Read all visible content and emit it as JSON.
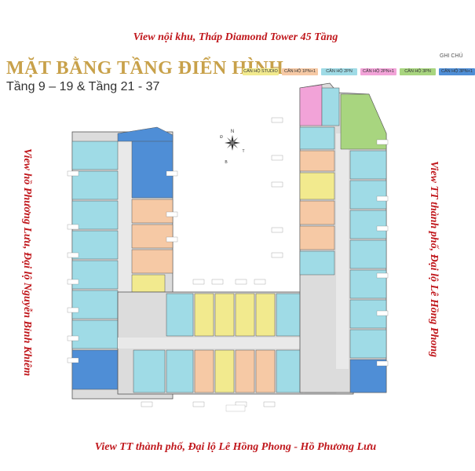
{
  "header": {
    "top_caption": "View nội khu, Tháp Diamond Tower 45 Tầng",
    "title": "MẶT BẰNG TẦNG ĐIỂN HÌNH",
    "floors": "Tầng 9 – 19 & Tầng 21 - 37"
  },
  "legend": {
    "title": "GHI CHÚ",
    "items": [
      {
        "label": "CĂN HỘ STUDIO",
        "color": "#f2ea8e"
      },
      {
        "label": "CĂN HỘ 1PN+1",
        "color": "#f6c9a5"
      },
      {
        "label": "CĂN HỘ 2PN",
        "color": "#9fdbe6"
      },
      {
        "label": "CĂN HỘ 2PN+1",
        "color": "#f2a3d8"
      },
      {
        "label": "CĂN HỘ 3PN",
        "color": "#a8d57f"
      },
      {
        "label": "CĂN HỘ 3PN+1",
        "color": "#4f8ed6"
      }
    ]
  },
  "captions": {
    "left": "View hồ Phương Lưu, Đại lộ Nguyễn Bỉnh Khiêm",
    "right": "View TT thành phố, Đại lộ Lê Hồng Phong",
    "bottom": "View TT thành phố, Đại lộ Lê Hồng Phong - Hồ Phương Lưu"
  },
  "compass": {
    "n": "N",
    "d": "Đ",
    "t": "T",
    "b": "B"
  },
  "colors": {
    "studio": "#f2ea8e",
    "onebr": "#f6c9a5",
    "twobr": "#9fdbe6",
    "twobrplus": "#f2a3d8",
    "threebr": "#a8d57f",
    "threebrplus": "#4f8ed6",
    "corridor": "#dcdcdc",
    "wall": "#555555"
  }
}
